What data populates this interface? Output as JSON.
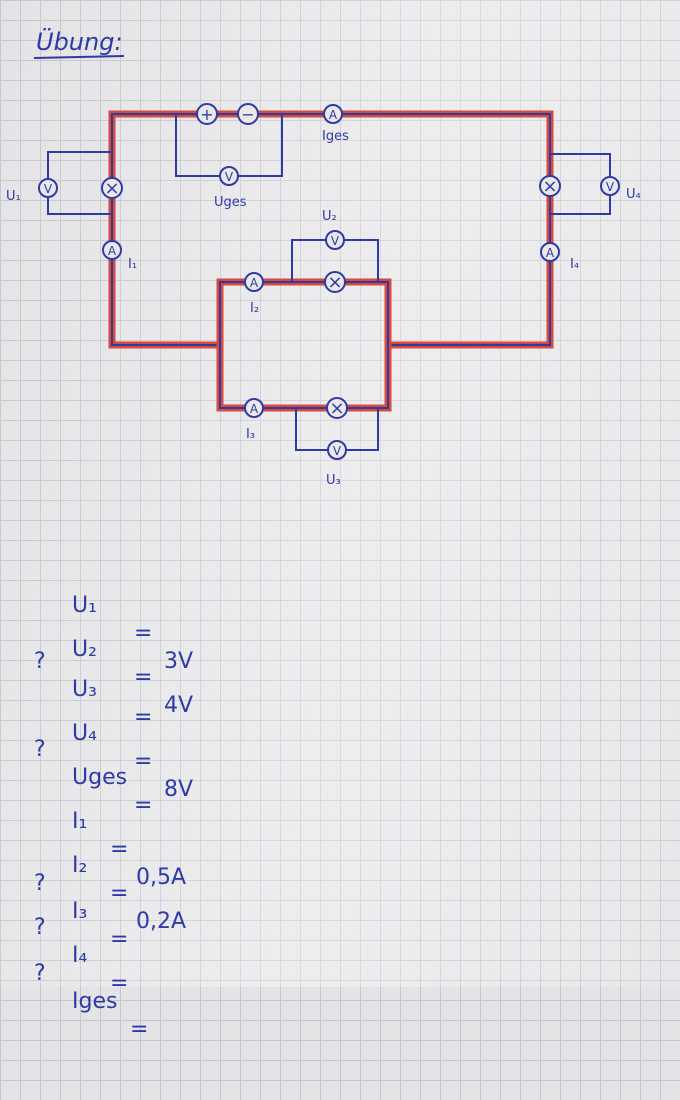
{
  "title": "Übung:",
  "circuit": {
    "battery_plus": "+",
    "battery_minus": "−",
    "ammeter_symbol": "A",
    "voltmeter_symbol": "V",
    "lamp_symbol": "×",
    "labels": {
      "U1": "U₁",
      "U2": "U₂",
      "U3": "U₃",
      "U4": "U₄",
      "Uges": "Uges",
      "I1": "I₁",
      "I2": "I₂",
      "I3": "I₃",
      "I4": "I₄",
      "Iges": "Iges"
    }
  },
  "equations": [
    {
      "mark": "",
      "var": "U₁",
      "op": "=",
      "value": "3V"
    },
    {
      "mark": "",
      "var": "U₂",
      "op": "=",
      "value": "4V"
    },
    {
      "mark": "?",
      "var": "U₃",
      "op": "=",
      "value": ""
    },
    {
      "mark": "",
      "var": "U₄",
      "op": "=",
      "value": "8V"
    },
    {
      "mark": "?",
      "var": "Uges",
      "op": "=",
      "value": ""
    },
    {
      "mark": "",
      "var": "I₁",
      "op": "=",
      "value": "0,5A"
    },
    {
      "mark": "",
      "var": "I₂",
      "op": "=",
      "value": "0,2A"
    },
    {
      "mark": "?",
      "var": "I₃",
      "op": "=",
      "value": ""
    },
    {
      "mark": "?",
      "var": "I₄",
      "op": "=",
      "value": ""
    },
    {
      "mark": "?",
      "var": "Iges",
      "op": "=",
      "value": ""
    }
  ],
  "colors": {
    "ink": "#2f3aa6",
    "wire_highlight": "#d64a3a"
  }
}
